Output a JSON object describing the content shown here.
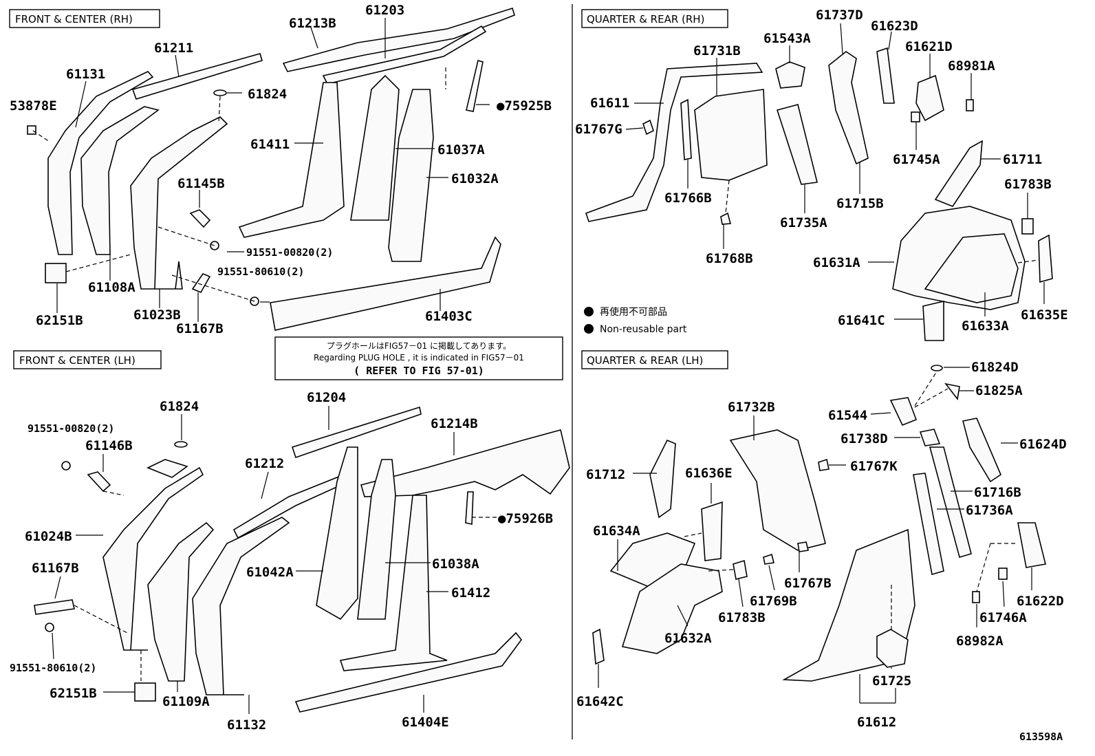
{
  "sections": {
    "front_rh": "FRONT & CENTER (RH)",
    "quarter_rh": "QUARTER & REAR (RH)",
    "front_lh": "FRONT & CENTER (LH)",
    "quarter_lh": "QUARTER & REAR (LH)"
  },
  "note": {
    "line1": "プラグホールはFIG57－01 に掲載してあります。",
    "line2": "Regarding PLUG HOLE , it is indicated in FIG57－01",
    "line3": "( REFER TO FIG 57-01)"
  },
  "legend": {
    "jp": "再使用不可部品",
    "en": "Non-reusable part"
  },
  "figure_number": "613598A",
  "parts": {
    "p61203": "61203",
    "p61213B": "61213B",
    "p61211": "61211",
    "p61131": "61131",
    "p53878E": "53878E",
    "p61824_rh": "61824",
    "p61411": "61411",
    "p75925B": "●75925B",
    "p61037A": "61037A",
    "p61032A": "61032A",
    "p61145B": "61145B",
    "p91551_00820_rh": "91551-00820(2)",
    "p91551_80610_rh": "91551-80610(2)",
    "p61108A": "61108A",
    "p62151B_rh": "62151B",
    "p61023B": "61023B",
    "p61167B_rh": "61167B",
    "p61403C": "61403C",
    "p61737D": "61737D",
    "p61623D": "61623D",
    "p61543A": "61543A",
    "p61731B": "61731B",
    "p61621D": "61621D",
    "p68981A": "68981A",
    "p61611": "61611",
    "p61767G": "61767G",
    "p61745A": "61745A",
    "p61711": "61711",
    "p61766B": "61766B",
    "p61735A": "61735A",
    "p61715B": "61715B",
    "p61783B_rh": "61783B",
    "p61768B": "61768B",
    "p61631A": "61631A",
    "p61641C": "61641C",
    "p61633A": "61633A",
    "p61635E": "61635E",
    "p61824_lh": "61824",
    "p61204": "61204",
    "p61214B": "61214B",
    "p91551_00820_lh": "91551-00820(2)",
    "p61146B": "61146B",
    "p61212": "61212",
    "p75926B": "●75926B",
    "p61024B": "61024B",
    "p61042A": "61042A",
    "p61038A": "61038A",
    "p61167B_lh": "61167B",
    "p61412": "61412",
    "p91551_80610_lh": "91551-80610(2)",
    "p62151B_lh": "62151B",
    "p61109A": "61109A",
    "p61132": "61132",
    "p61404E": "61404E",
    "p61824D": "61824D",
    "p61825A": "61825A",
    "p61544": "61544",
    "p61732B": "61732B",
    "p61738D": "61738D",
    "p61624D": "61624D",
    "p61712": "61712",
    "p61636E": "61636E",
    "p61767K": "61767K",
    "p61716B": "61716B",
    "p61736A": "61736A",
    "p61634A": "61634A",
    "p61767B": "61767B",
    "p61769B": "61769B",
    "p61622D": "61622D",
    "p61746A": "61746A",
    "p61783B_lh": "61783B",
    "p61632A": "61632A",
    "p68982A": "68982A",
    "p61725": "61725",
    "p61642C": "61642C",
    "p61612": "61612"
  }
}
